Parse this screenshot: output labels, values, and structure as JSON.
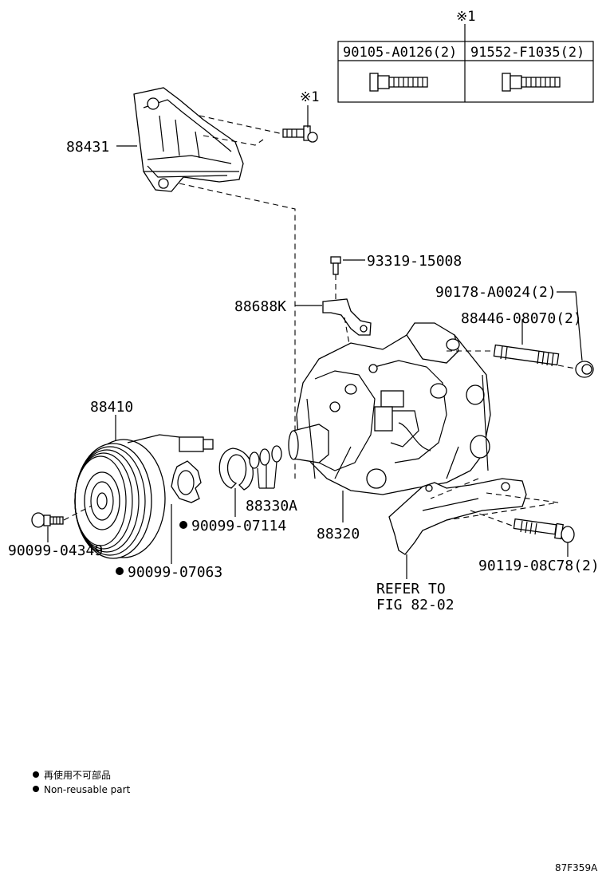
{
  "bolt_table": {
    "mark": "※1",
    "columns": [
      "90105-A0126(2)",
      "91552-F1035(2)"
    ]
  },
  "callouts": {
    "bracket_mark": "※1",
    "p88431": "88431",
    "p93319": "93319-15008",
    "p88688k": "88688K",
    "p90178": "90178-A0024(2)",
    "p88446": "88446-08070(2)",
    "p88410": "88410",
    "p88330a": "88330A",
    "p90099_07114": "90099-07114",
    "p88320": "88320",
    "p90099_04349": "90099-04349",
    "p90099_07063": "90099-07063",
    "p90119": "90119-08C78(2)",
    "refer_line1": "REFER TO",
    "refer_line2": "FIG 82-02"
  },
  "legend": {
    "jp": "再使用不可部品",
    "en": "Non-reusable part"
  },
  "diagram_code": "87F359A"
}
